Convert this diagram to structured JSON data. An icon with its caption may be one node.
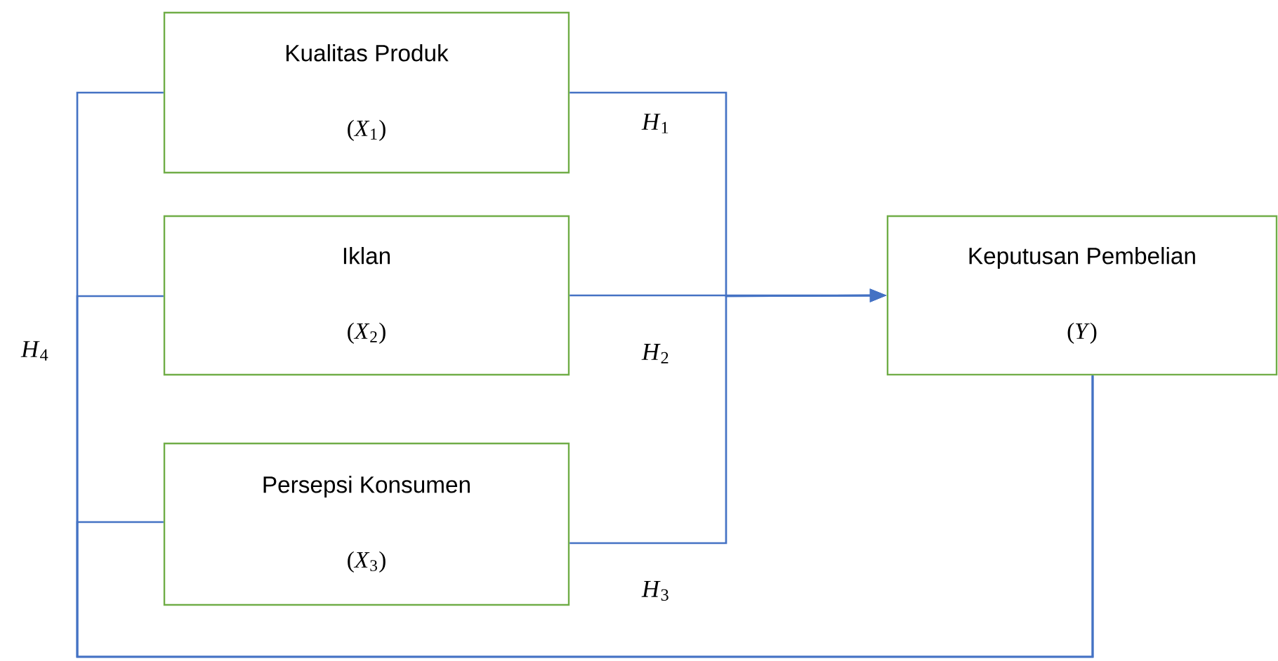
{
  "diagram": {
    "nodes": [
      {
        "text": [
          "Kualitas Produk",
          "(*X*$_{1}$)"
        ]
      },
      {
        "text": [
          "Iklan",
          "(*X*$_{2}$)"
        ]
      },
      {
        "text": [
          "Persepsi Konsumen",
          "(*X*$_{3}$)"
        ]
      },
      {
        "text": [
          "Keputusan Pembelian",
          "(*Y*)"
        ]
      }
    ],
    "edges": [
      {
        "from": 0,
        "to": 3,
        "arrow": "to",
        "label": "*H*$_{1}$"
      },
      {
        "from": 1,
        "to": 3,
        "arrow": "to",
        "label": "*H*$_{2}$"
      },
      {
        "from": 2,
        "to": 3,
        "arrow": "to",
        "label": "*H*$_{3}$"
      },
      {
        "from": 3,
        "to": 0,
        "arrow": "none"
      },
      {
        "from": 3,
        "to": 1,
        "arrow": "none",
        "label": "*H*$_{4}$"
      },
      {
        "from": 3,
        "to": 2,
        "arrow": "none"
      }
    ]
  }
}
